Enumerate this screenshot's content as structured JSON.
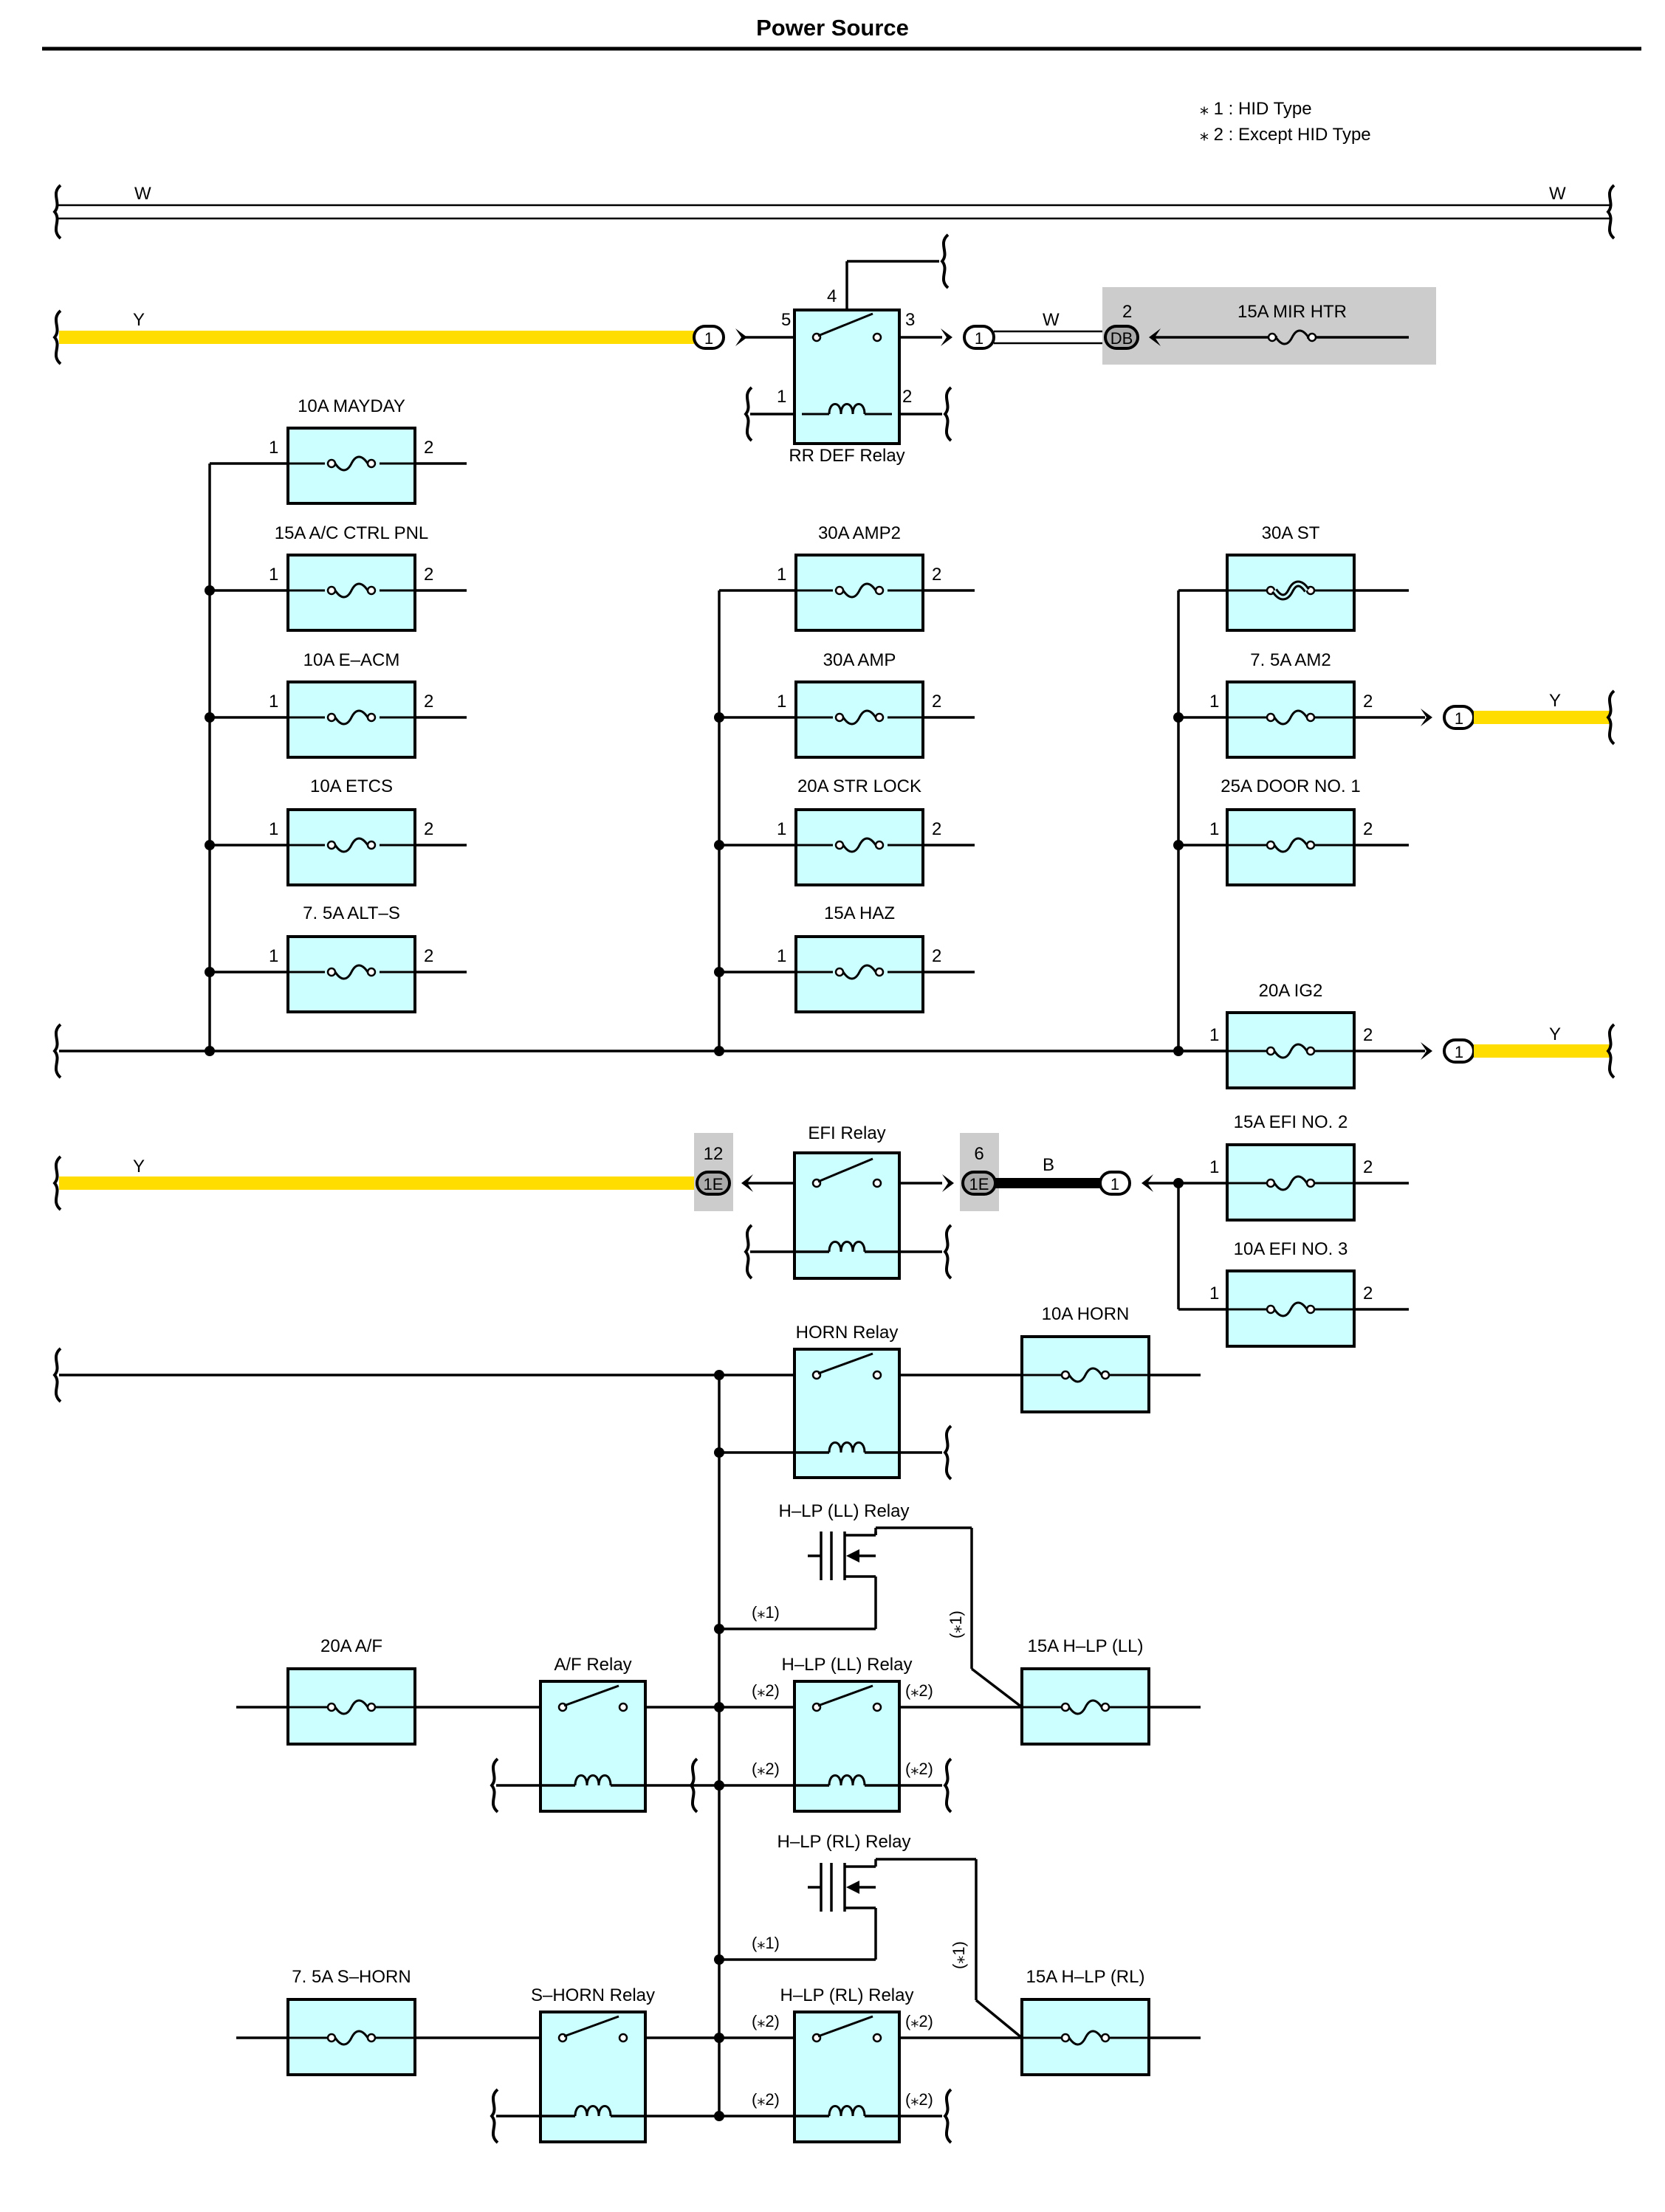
{
  "title": "Power Source",
  "notes": [
    "⁎ 1 : HID Type",
    "⁎ 2 : Except HID Type"
  ],
  "colors": {
    "yellow": "#ffdd00",
    "box_fill": "#ccffff",
    "shade": "#cccccc",
    "line": "#000000"
  },
  "wire_labels": {
    "w_left": "W",
    "w_right": "W",
    "y_top": "Y",
    "w_mid": "W",
    "y_am2": "Y",
    "y_ig2": "Y",
    "y_efi": "Y",
    "b_efi": "B"
  },
  "connectors": {
    "c1": "1",
    "db_pin": "2",
    "db": "DB",
    "e12_pin": "12",
    "e12": "1E",
    "e6_pin": "6",
    "e6": "1E"
  },
  "relays": {
    "rr_def": "RR DEF Relay",
    "efi": "EFI Relay",
    "horn": "HORN Relay",
    "hlp_ll_1": "H–LP (LL) Relay",
    "hlp_ll_2": "H–LP (LL) Relay",
    "af": "A/F Relay",
    "hlp_rl_1": "H–LP (RL) Relay",
    "hlp_rl_2": "H–LP (RL) Relay",
    "s_horn": "S–HORN Relay"
  },
  "fuses": {
    "mir_htr": "15A MIR HTR",
    "mayday": "10A MAYDAY",
    "ac_ctrl": "15A A/C CTRL PNL",
    "e_acm": "10A E–ACM",
    "etcs": "10A ETCS",
    "alt_s": "7. 5A ALT–S",
    "amp2": "30A AMP2",
    "amp": "30A AMP",
    "str_lock": "20A STR LOCK",
    "haz": "15A HAZ",
    "st": "30A ST",
    "am2": "7. 5A AM2",
    "door1": "25A DOOR NO. 1",
    "ig2": "20A IG2",
    "efi2": "15A EFI NO. 2",
    "efi3": "10A EFI NO. 3",
    "horn": "10A HORN",
    "af": "20A A/F",
    "hlp_ll": "15A H–LP (LL)",
    "s_horn": "7. 5A S–HORN",
    "hlp_rl": "15A H–LP (RL)"
  },
  "pins": {
    "one": "1",
    "two": "2",
    "three": "3",
    "four": "4",
    "five": "5"
  },
  "marks": {
    "hid": "(⁎1)",
    "non_hid": "(⁎2)"
  }
}
